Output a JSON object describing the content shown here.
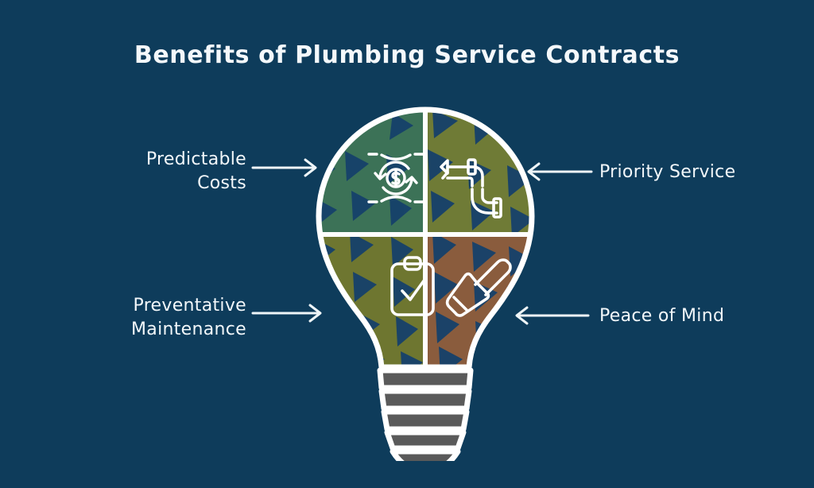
{
  "background_color": "#0e3c5b",
  "title": "Benefits of Plumbing Service Contracts",
  "title_color": "#f4f8fb",
  "labels": {
    "top_left": "Predictable\nCosts",
    "bottom_left": "Preventative\nMaintenance",
    "top_right": "Priority Service",
    "bottom_right": "Peace of Mind"
  },
  "quadrants": [
    {
      "position": "top-left",
      "label": "Predictable Costs",
      "icon": "money-cycle-icon",
      "fill_color": "#3c7257",
      "texture_color": "#16416b"
    },
    {
      "position": "top-right",
      "label": "Priority Service",
      "icon": "pipe-fitting-icon",
      "fill_color": "#6f7b36",
      "texture_color": "#16416b"
    },
    {
      "position": "bottom-left",
      "label": "Preventative Maintenance",
      "icon": "clipboard-check-icon",
      "fill_color": "#6e7630",
      "texture_color": "#16416b"
    },
    {
      "position": "bottom-right",
      "label": "Peace of Mind",
      "icon": "plunger-icon",
      "fill_color": "#8a5c3d",
      "texture_color": "#16416b"
    }
  ],
  "bulb": {
    "outline_color": "#ffffff",
    "base_color": "#5a5a5a",
    "base_highlight_color": "#f5f5f5",
    "thread_count": 5
  },
  "arrows": {
    "color": "#eef5f8",
    "top_left_direction": "right",
    "bottom_left_direction": "right",
    "top_right_direction": "left",
    "bottom_right_direction": "left"
  }
}
